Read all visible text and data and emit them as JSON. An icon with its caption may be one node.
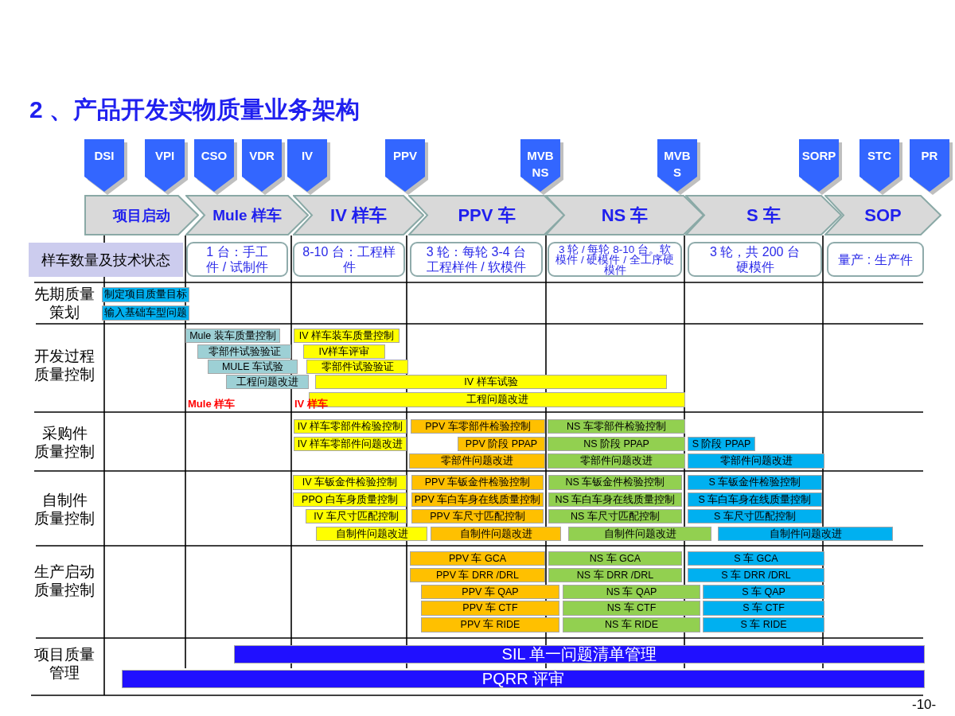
{
  "diagram": {
    "title": "2 、产品开发实物质量业务架构",
    "nodes": [
      {
        "text": [
          "DSI"
        ]
      },
      {
        "text": [
          "VPI"
        ]
      },
      {
        "text": [
          "CSO"
        ]
      },
      {
        "text": [
          "VDR"
        ]
      },
      {
        "text": [
          "IV"
        ]
      },
      {
        "text": [
          "PPV"
        ]
      },
      {
        "text": [
          "MVB NS"
        ]
      },
      {
        "text": [
          "MVB S"
        ]
      },
      {
        "text": [
          "SORP"
        ]
      },
      {
        "text": [
          "STC"
        ]
      },
      {
        "text": [
          "PR"
        ]
      },
      {
        "text": [
          "项目启动"
        ]
      },
      {
        "text": [
          "Mule 样车"
        ]
      },
      {
        "text": [
          "IV 样车"
        ]
      },
      {
        "text": [
          "PPV 车"
        ]
      },
      {
        "text": [
          "NS 车"
        ]
      },
      {
        "text": [
          "S 车"
        ]
      },
      {
        "text": [
          "SOP"
        ]
      },
      {
        "text": [
          "样车数量及技术状态"
        ]
      },
      {
        "text": [
          "1 台：手工件 / 试制件"
        ]
      },
      {
        "text": [
          "8-10 台：工程样件"
        ]
      },
      {
        "text": [
          "3 轮：每轮 3-4 台工程样件 / 软模件"
        ]
      },
      {
        "text": [
          "3 轮 / 每轮 8-10 台。软模件 / 硬模件 / 全工序硬模件"
        ]
      },
      {
        "text": [
          "3 轮，共 200 台硬模件"
        ]
      },
      {
        "text": [
          "量产 : 生产件"
        ]
      },
      {
        "text": [
          "制定项目质量目标"
        ]
      },
      {
        "text": [
          "输入基础车型问题"
        ]
      },
      {
        "text": [
          "Mule 装车质量控制"
        ]
      },
      {
        "text": [
          "IV 样车装车质量控制"
        ]
      },
      {
        "text": [
          "零部件试验验证"
        ]
      },
      {
        "text": [
          "IV样车评审"
        ]
      },
      {
        "text": [
          "MULE 车试验"
        ]
      },
      {
        "text": [
          "零部件试验验证"
        ]
      },
      {
        "text": [
          "工程问题改进"
        ]
      },
      {
        "text": [
          "IV 样车试验"
        ]
      },
      {
        "text": [
          "工程问题改进"
        ]
      },
      {
        "text": [
          "IV 样车零部件检验控制"
        ]
      },
      {
        "text": [
          "PPV 车零部件检验控制"
        ]
      },
      {
        "text": [
          "NS 车零部件检验控制"
        ]
      },
      {
        "text": [
          "IV 样车零部件问题改进"
        ]
      },
      {
        "text": [
          "PPV 阶段 PPAP"
        ]
      },
      {
        "text": [
          "NS 阶段 PPAP"
        ]
      },
      {
        "text": [
          "S 阶段 PPAP"
        ]
      },
      {
        "text": [
          "零部件问题改进"
        ]
      },
      {
        "text": [
          "零部件问题改进"
        ]
      },
      {
        "text": [
          "零部件问题改进"
        ]
      },
      {
        "text": [
          "IV 车钣金件检验控制"
        ]
      },
      {
        "text": [
          "PPV 车钣金件检验控制"
        ]
      },
      {
        "text": [
          "NS 车钣金件检验控制"
        ]
      },
      {
        "text": [
          "S 车钣金件检验控制"
        ]
      },
      {
        "text": [
          "PPO 白车身质量控制"
        ]
      },
      {
        "text": [
          "PPV 车白车身在线质量控制"
        ]
      },
      {
        "text": [
          "NS 车白车身在线质量控制"
        ]
      },
      {
        "text": [
          "S 车白车身在线质量控制"
        ]
      },
      {
        "text": [
          "IV 车尺寸匹配控制"
        ]
      },
      {
        "text": [
          "PPV 车尺寸匹配控制"
        ]
      },
      {
        "text": [
          "NS 车尺寸匹配控制"
        ]
      },
      {
        "text": [
          "S 车尺寸匹配控制"
        ]
      },
      {
        "text": [
          "自制件问题改进"
        ]
      },
      {
        "text": [
          "自制件问题改进"
        ]
      },
      {
        "text": [
          "自制件问题改进"
        ]
      },
      {
        "text": [
          "自制件问题改进"
        ]
      },
      {
        "text": [
          "PPV 车 GCA"
        ]
      },
      {
        "text": [
          "NS 车 GCA"
        ]
      },
      {
        "text": [
          "S 车 GCA"
        ]
      },
      {
        "text": [
          "PPV 车 DRR /DRL"
        ]
      },
      {
        "text": [
          "NS 车 DRR /DRL"
        ]
      },
      {
        "text": [
          "S 车 DRR /DRL"
        ]
      },
      {
        "text": [
          "PPV 车 QAP"
        ]
      },
      {
        "text": [
          "NS 车 QAP"
        ]
      },
      {
        "text": [
          "S 车 QAP"
        ]
      },
      {
        "text": [
          "PPV 车 CTF"
        ]
      },
      {
        "text": [
          "NS 车 CTF"
        ]
      },
      {
        "text": [
          "S 车 CTF"
        ]
      },
      {
        "text": [
          "PPV 车 RIDE"
        ]
      },
      {
        "text": [
          "NS 车 RIDE"
        ]
      },
      {
        "text": [
          "S 车 RIDE"
        ]
      },
      {
        "text": [
          "SIL 单一问题清单管理"
        ]
      },
      {
        "text": [
          "PQRR 评审"
        ]
      }
    ],
    "labels": [
      "先期质量策划",
      "开发过程质量控制",
      "Mule 样车",
      "IV 样车",
      "采购件质量控制",
      "自制件质量控制",
      "生产启动质量控制",
      "项目质量管理",
      "-10-"
    ]
  }
}
